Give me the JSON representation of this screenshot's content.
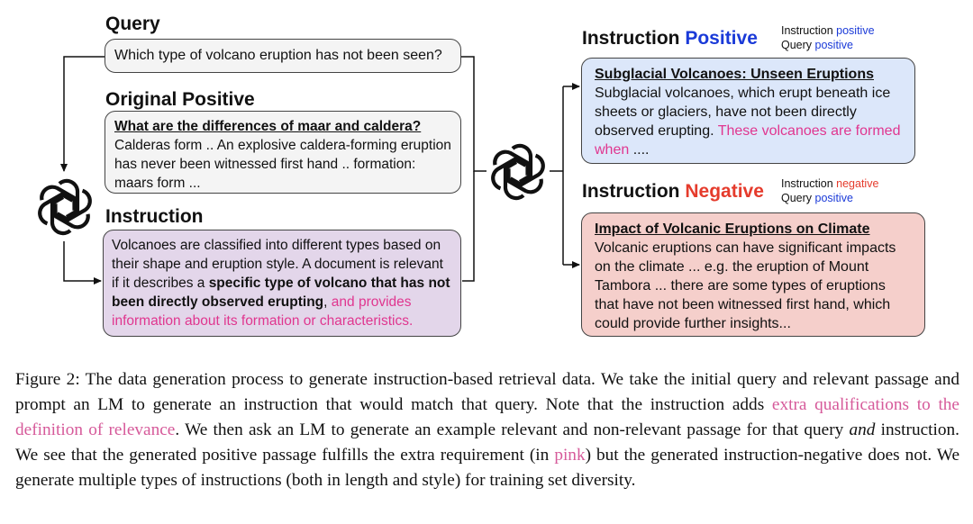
{
  "figure": {
    "query": {
      "heading": "Query",
      "text": "Which type of volcano eruption has not been seen?"
    },
    "original_positive": {
      "heading": "Original Positive",
      "title": "What are the differences of maar and caldera?",
      "text": "Calderas form .. An explosive caldera-forming eruption has never been witnessed first hand .. formation: maars form ..."
    },
    "instruction": {
      "heading": "Instruction",
      "text_plain_1": "Volcanoes are classified into different types based on their shape and eruption style. A document is relevant if it describes a ",
      "text_bold": "specific type of volcano that has not been directly observed erupting",
      "text_plain_2": ", ",
      "text_pink": "and provides information about its formation or characteristics."
    },
    "instruction_positive": {
      "heading_prefix": "Instruction ",
      "heading_accent": "Positive",
      "legend": {
        "line1_label": "Instruction ",
        "line1_value": "positive",
        "line2_label": "Query ",
        "line2_value": "positive"
      },
      "title": "Subglacial Volcanoes: Unseen Eruptions",
      "text_plain": "Subglacial volcanoes, which erupt beneath ice sheets or glaciers, have not been directly observed erupting. ",
      "text_pink": "These volcanoes are formed when",
      "text_tail": " ...."
    },
    "instruction_negative": {
      "heading_prefix": "Instruction ",
      "heading_accent": "Negative",
      "legend": {
        "line1_label": "Instruction ",
        "line1_value": "negative",
        "line2_label": "Query ",
        "line2_value": "positive"
      },
      "title": "Impact of Volcanic Eruptions on Climate",
      "text": "Volcanic eruptions can have significant impacts on the climate ... e.g. the eruption of Mount Tambora ... there are some types of eruptions that have not been witnessed first hand, which could provide further insights..."
    },
    "icons": [
      "openai-logo-icon",
      "openai-logo-icon"
    ],
    "colors": {
      "query_box": "#f4f4f4",
      "instruction_box": "#e3d6ea",
      "positive_box": "#dce7fa",
      "negative_box": "#f5cfcb",
      "pink": "#e0368f",
      "blue": "#1a3ad8",
      "red": "#e53b2c"
    }
  },
  "caption": {
    "part1": "Figure 2: The data generation process to generate instruction-based retrieval data. We take the initial query and relevant passage and prompt an LM to generate an instruction that would match that query. Note that the instruction adds ",
    "pink1": "extra qualifications to the definition of relevance",
    "part2": ". We then ask an LM to generate an example relevant and non-relevant passage for that query ",
    "italic": "and",
    "part3": " instruction. We see that the generated positive passage fulfills the extra requirement (in ",
    "pink2": "pink",
    "part4": ") but the generated instruction-negative does not. We generate multiple types of instructions (both in length and style) for training set diversity."
  }
}
